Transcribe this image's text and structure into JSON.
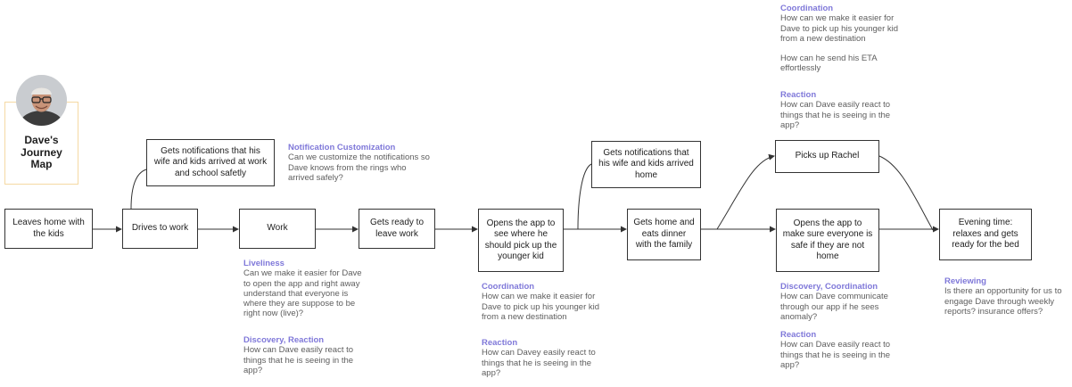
{
  "persona": {
    "title_line1": "Dave's",
    "title_line2": "Journey",
    "title_line3": "Map"
  },
  "nodes": {
    "leaves_home": "Leaves home with the kids",
    "drives": "Drives to work",
    "work": "Work",
    "ready": "Gets ready to leave work",
    "opens_app_1": "Opens the app to see where he should pick up the younger kid",
    "home_dinner": "Gets home and eats dinner with the family",
    "opens_app_2": "Opens the app to make sure everyone is safe if they are not home",
    "evening": "Evening time: relaxes and gets ready for the bed",
    "notif_work": "Gets notifications that his wife and kids arrived at work and school safetly",
    "notif_home": "Gets notifications that his wife and kids arrived home",
    "picks_up": "Picks up Rachel"
  },
  "notes": {
    "notif_custom": {
      "heading": "Notification Customization",
      "text": "Can we customize the notifications so Dave knows from the rings who arrived safely?"
    },
    "liveliness": {
      "heading": "Liveliness",
      "text": "Can we make it easier for Dave to open the app and right away understand that everyone is where they are suppose to be right now (live)?"
    },
    "discovery_reaction": {
      "heading": "Discovery, Reaction",
      "text": "How can Dave easily react to things that he is seeing in the app?"
    },
    "coordination_mid": {
      "heading": "Coordination",
      "text": "How can we make it easier for Dave to pick up his younger kid from a new destination"
    },
    "reaction_mid": {
      "heading": "Reaction",
      "text": "How can Davey easily react to things that he is seeing in the app?"
    },
    "coordination_top": {
      "heading": "Coordination",
      "text": "How can we make it easier for Dave to pick up his younger kid from a new destination",
      "text2": "How can he send his ETA effortlessly"
    },
    "reaction_top": {
      "heading": "Reaction",
      "text": "How can Dave easily react to things that he is seeing in the app?"
    },
    "discovery_coordination": {
      "heading": "Discovery, Coordination",
      "text": "How can Dave communicate through our app if he sees anomaly?"
    },
    "reaction_bottom": {
      "heading": "Reaction",
      "text": "How can Dave easily react to things that he is seeing in the app?"
    },
    "reviewing": {
      "heading": "Reviewing",
      "text": "Is there an opportunity for us to engage Dave through weekly reports? insurance offers?"
    }
  },
  "colors": {
    "accent": "#7f78d9",
    "note_text": "#5e5e5e",
    "border": "#333333",
    "persona_border": "#f5d9a3"
  }
}
